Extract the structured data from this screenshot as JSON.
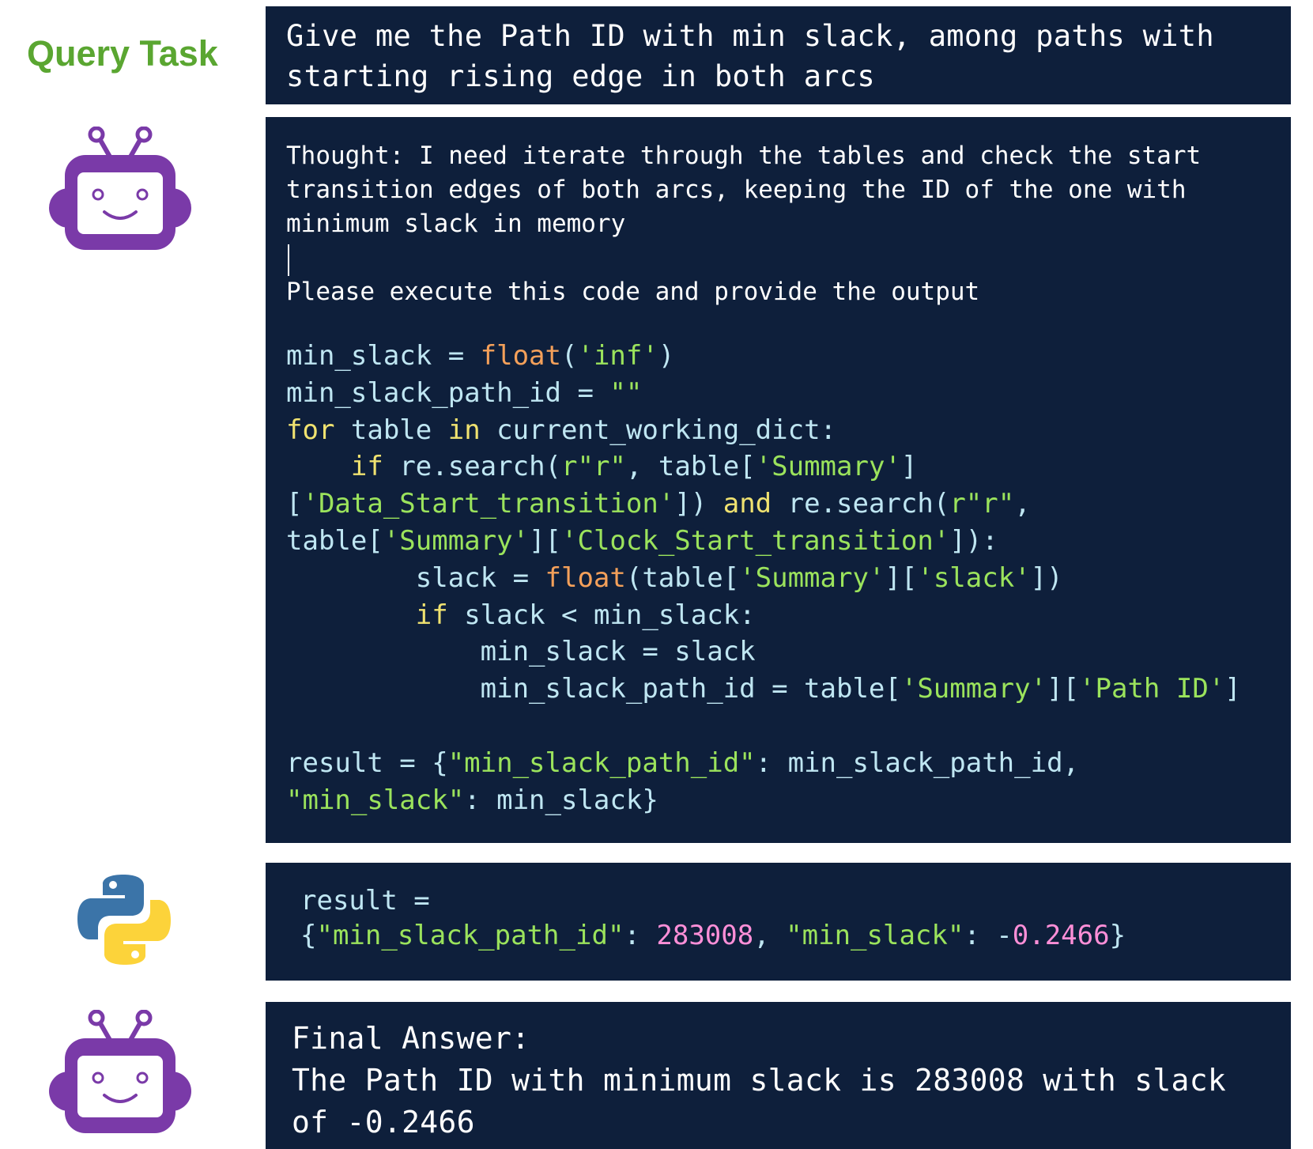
{
  "query": {
    "label": "Query Task",
    "lines": [
      "Give me the Path ID with min slack, among paths with",
      "starting rising edge in both arcs"
    ]
  },
  "agent": {
    "thought_lines": [
      "Thought: I need iterate through the tables and check the start",
      "transition edges of both arcs, keeping the ID of the one with",
      "minimum slack in memory"
    ],
    "instruction": "Please execute this code and provide the output",
    "code_lines": [
      [
        [
          "v",
          "min_slack = "
        ],
        [
          "f",
          "float"
        ],
        [
          "v",
          "("
        ],
        [
          "s",
          "'inf'"
        ],
        [
          "v",
          ")"
        ]
      ],
      [
        [
          "v",
          "min_slack_path_id = "
        ],
        [
          "s",
          "\"\""
        ]
      ],
      [
        [
          "k",
          "for"
        ],
        [
          "v",
          " table "
        ],
        [
          "k",
          "in"
        ],
        [
          "v",
          " current_working_dict:"
        ]
      ],
      [
        [
          "v",
          "    "
        ],
        [
          "k",
          "if"
        ],
        [
          "v",
          " re.search("
        ],
        [
          "s",
          "r\"r\""
        ],
        [
          "v",
          ", table["
        ],
        [
          "s",
          "'Summary'"
        ],
        [
          "v",
          "]"
        ]
      ],
      [
        [
          "v",
          "["
        ],
        [
          "s",
          "'Data_Start_transition'"
        ],
        [
          "v",
          "]) "
        ],
        [
          "k",
          "and"
        ],
        [
          "v",
          " re.search("
        ],
        [
          "s",
          "r\"r\""
        ],
        [
          "v",
          ","
        ]
      ],
      [
        [
          "v",
          "table["
        ],
        [
          "s",
          "'Summary'"
        ],
        [
          "v",
          "]["
        ],
        [
          "s",
          "'Clock_Start_transition'"
        ],
        [
          "v",
          "]):"
        ]
      ],
      [
        [
          "v",
          "        slack = "
        ],
        [
          "f",
          "float"
        ],
        [
          "v",
          "(table["
        ],
        [
          "s",
          "'Summary'"
        ],
        [
          "v",
          "]["
        ],
        [
          "s",
          "'slack'"
        ],
        [
          "v",
          "])"
        ]
      ],
      [
        [
          "v",
          "        "
        ],
        [
          "k",
          "if"
        ],
        [
          "v",
          " slack < min_slack:"
        ]
      ],
      [
        [
          "v",
          "            min_slack = slack"
        ]
      ],
      [
        [
          "v",
          "            min_slack_path_id = table["
        ],
        [
          "s",
          "'Summary'"
        ],
        [
          "v",
          "]["
        ],
        [
          "s",
          "'Path ID'"
        ],
        [
          "v",
          "]"
        ]
      ],
      [],
      [
        [
          "v",
          "result = {"
        ],
        [
          "s",
          "\"min_slack_path_id\""
        ],
        [
          "v",
          ": min_slack_path_id,"
        ]
      ],
      [
        [
          "s",
          "\"min_slack\""
        ],
        [
          "v",
          ": min_slack}"
        ]
      ]
    ]
  },
  "python_output": {
    "lines": [
      [
        [
          "v",
          "result ="
        ]
      ],
      [
        [
          "v",
          "{"
        ],
        [
          "s",
          "\"min_slack_path_id\""
        ],
        [
          "v",
          ": "
        ],
        [
          "n",
          "283008"
        ],
        [
          "v",
          ", "
        ],
        [
          "s",
          "\"min_slack\""
        ],
        [
          "v",
          ": -"
        ],
        [
          "n",
          "0.2466"
        ],
        [
          "v",
          "}"
        ]
      ]
    ]
  },
  "final_answer": {
    "lines": [
      "Final Answer:",
      "The Path ID with minimum slack is 283008 with slack",
      "of -0.2466"
    ]
  },
  "colors": {
    "panel_bg": "#0e1f3b",
    "label_green": "#5aa631",
    "robot_purple": "#7a3aa8",
    "python_blue": "#3b74a8",
    "python_yellow": "#fcd33a",
    "code_variable": "#bfe6f2",
    "code_string": "#9be35c",
    "code_keyword": "#f0e270",
    "code_function": "#f4a05a",
    "code_number": "#ff8fd8"
  },
  "icons": [
    "robot-icon",
    "python-logo-icon",
    "robot-icon"
  ]
}
